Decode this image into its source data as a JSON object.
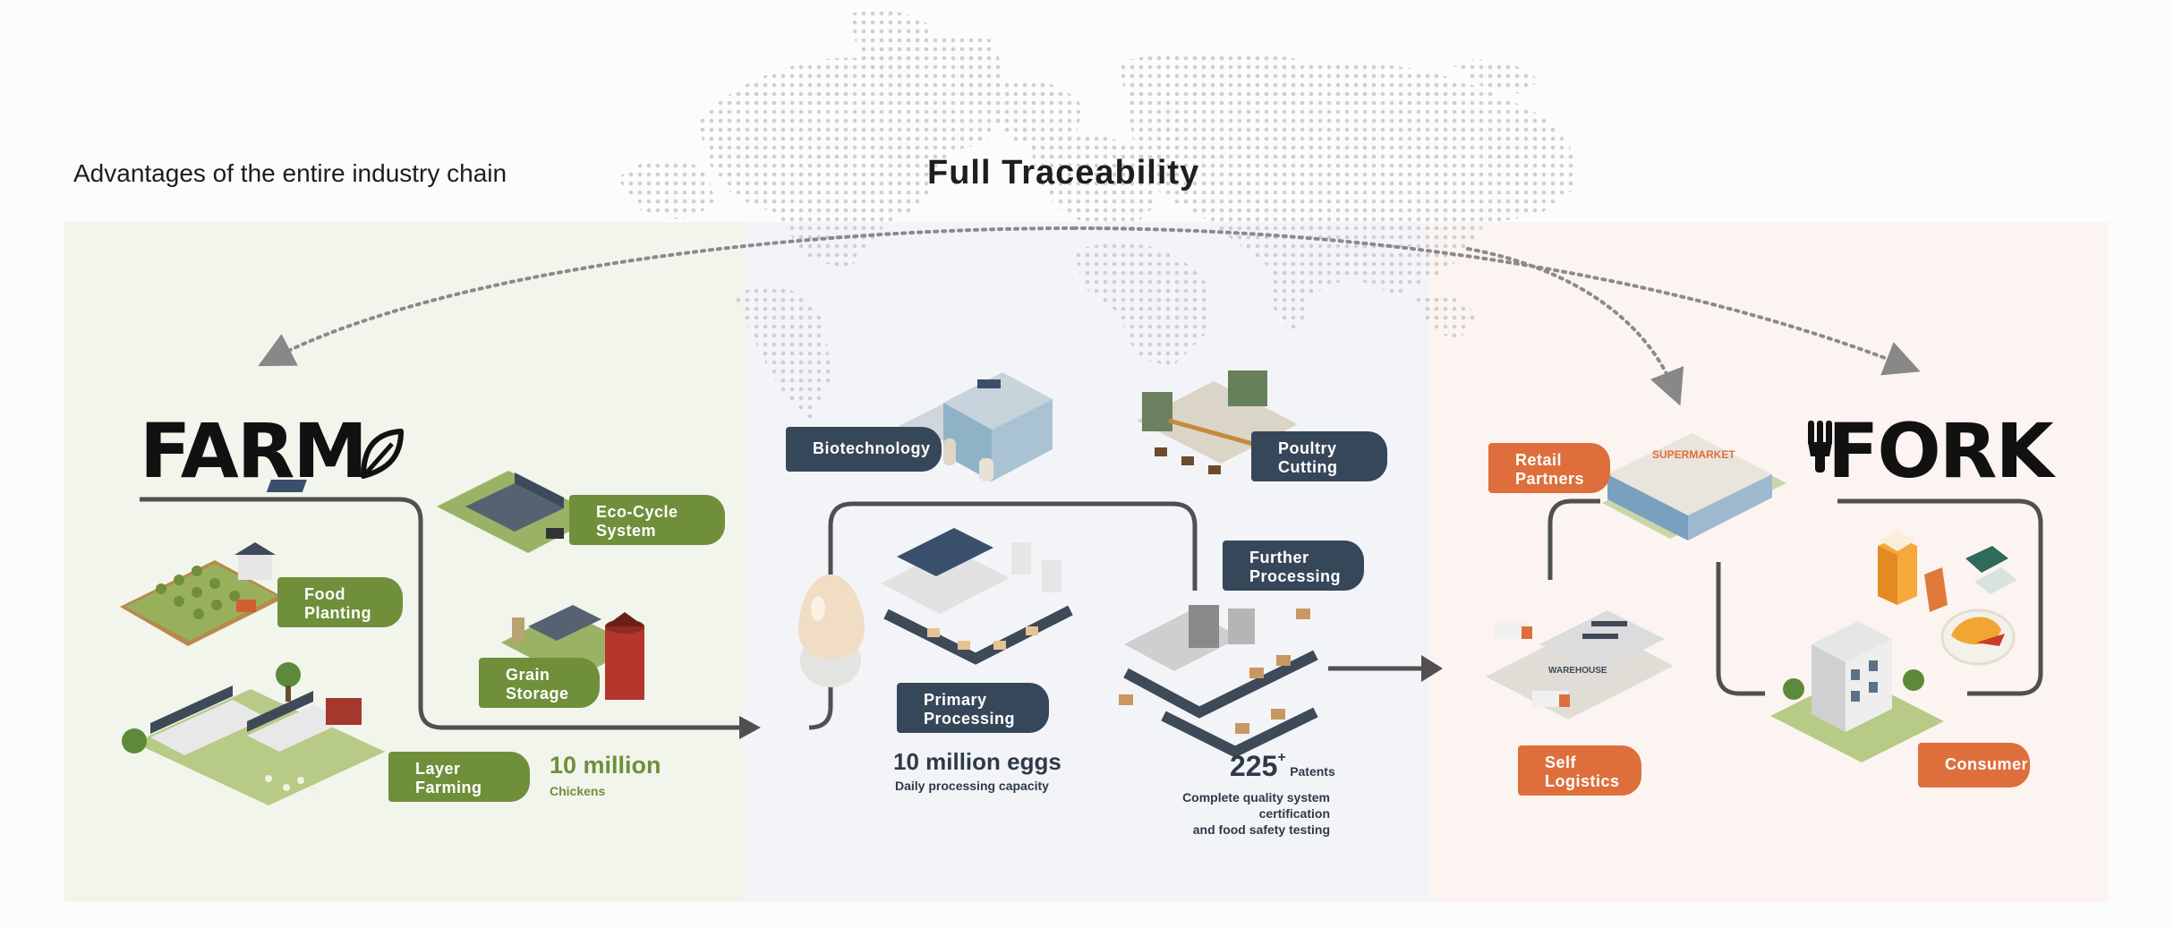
{
  "header": {
    "section_title": "Advantages of the entire industry chain",
    "trace_title": "Full Traceability"
  },
  "farm": {
    "logo_text": "FARM",
    "tags": {
      "eco_cycle": [
        "Eco-Cycle",
        "System"
      ],
      "food_planting": [
        "Food",
        "Planting"
      ],
      "grain_storage": [
        "Grain",
        "Storage"
      ],
      "layer_farming": [
        "Layer",
        "Farming"
      ]
    },
    "stat": {
      "value": "10 million",
      "caption": "Chickens"
    }
  },
  "processing": {
    "tags": {
      "biotechnology": [
        "Biotechnology"
      ],
      "poultry_cutting": [
        "Poultry",
        "Cutting"
      ],
      "further_processing": [
        "Further",
        "Processing"
      ],
      "primary_processing": [
        "Primary",
        "Processing"
      ]
    },
    "eggs_stat": {
      "value": "10 million eggs",
      "caption": "Daily processing capacity"
    },
    "patents_stat": {
      "value": "225",
      "superscript": "+",
      "unit": "Patents",
      "caption_line1": "Complete quality system certification",
      "caption_line2": "and food safety testing"
    }
  },
  "fork": {
    "logo_text": "FORK",
    "tags": {
      "retail_partners": [
        "Retail",
        "Partners"
      ],
      "self_logistics": [
        "Self",
        "Logistics"
      ],
      "consumer": [
        "Consumer"
      ]
    },
    "building_signs": {
      "supermarket": "SUPERMARKET",
      "warehouse": "WAREHOUSE"
    }
  },
  "colors": {
    "farm_green": "#6f8f3b",
    "process_navy": "#37475a",
    "fork_orange": "#de6f3d",
    "flow_line": "#505050",
    "farm_bg": "#f1f5ec",
    "process_bg": "#f3f4f8",
    "fork_bg": "#fcf4f0"
  },
  "icons": [
    "world-map-dots",
    "leaf-icon",
    "fork-icon",
    "egg-icon",
    "solar-farm",
    "crop-field",
    "grain-silo",
    "poultry-farm",
    "biotech-lab",
    "cutting-plant",
    "egg-processing-line",
    "packaging-line",
    "supermarket",
    "warehouse-trucks",
    "apartment-building",
    "food-products"
  ]
}
